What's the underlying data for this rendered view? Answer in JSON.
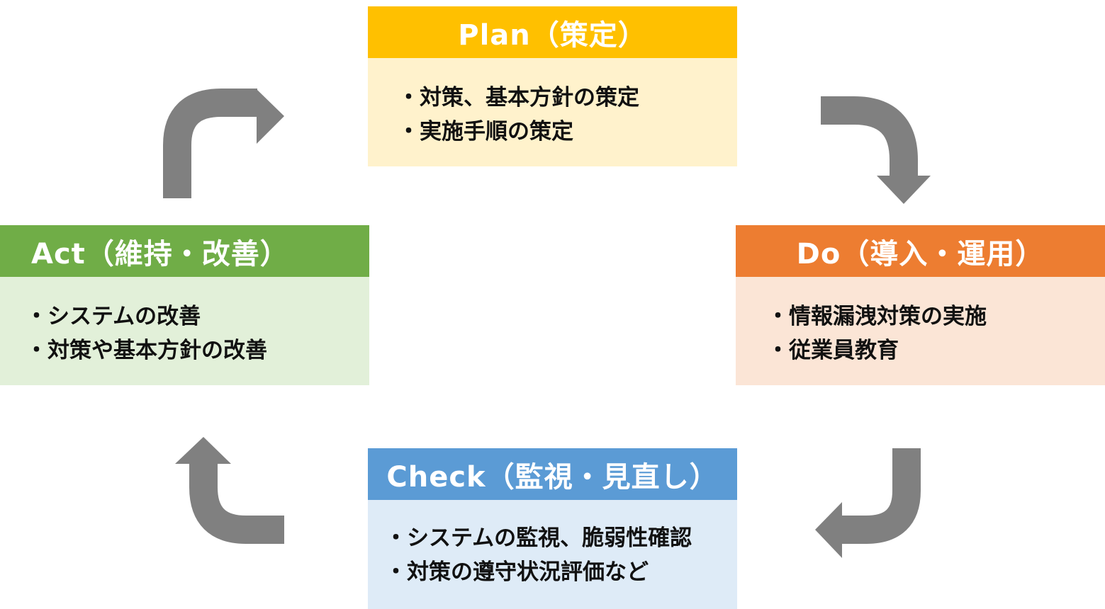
{
  "colors": {
    "plan_header": "#ffc000",
    "plan_body": "#fff2cc",
    "do_header": "#ed7d31",
    "do_body": "#fbe5d6",
    "check_header": "#5b9bd5",
    "check_body": "#deebf7",
    "act_header": "#70ad47",
    "act_body": "#e2f0d9",
    "arrow": "#808080"
  },
  "plan": {
    "title": "Plan（策定）",
    "items": [
      "対策、基本方針の策定",
      "実施手順の策定"
    ]
  },
  "do": {
    "title": "Do（導入・運用）",
    "items": [
      "情報漏洩対策の実施",
      "従業員教育"
    ]
  },
  "check": {
    "title": "Check（監視・見直し）",
    "items": [
      "システムの監視、脆弱性確認",
      "対策の遵守状況評価など"
    ]
  },
  "act": {
    "title": "Act（維持・改善）",
    "items": [
      "システムの改善",
      "対策や基本方針の改善"
    ]
  },
  "arrows": [
    "act-to-plan-arrow-icon",
    "plan-to-do-arrow-icon",
    "do-to-check-arrow-icon",
    "check-to-act-arrow-icon"
  ]
}
